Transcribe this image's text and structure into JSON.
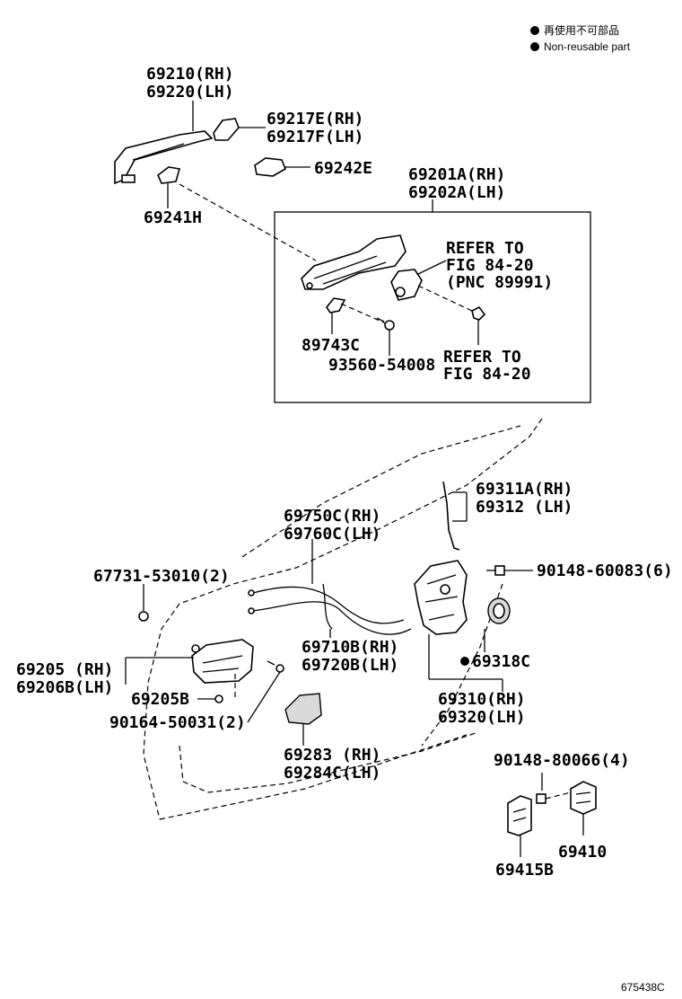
{
  "legend": {
    "line1": "再使用不可部品",
    "line2": "Non-reusable part"
  },
  "labels": {
    "l69210": "69210(RH)",
    "l69220": "69220(LH)",
    "l69217E": "69217E(RH)",
    "l69217F": "69217F(LH)",
    "l69242E": "69242E",
    "l69241H": "69241H",
    "l69201A": "69201A(RH)",
    "l69202A": "69202A(LH)",
    "refer1a": "REFER TO",
    "refer1b": "FIG 84-20",
    "refer1c": "(PNC 89991)",
    "l89743C": "89743C",
    "l93560": "93560-54008",
    "refer2a": "REFER TO",
    "refer2b": "FIG 84-20",
    "l69311A": "69311A(RH)",
    "l69312": "69312 (LH)",
    "l69750C": "69750C(RH)",
    "l69760C": "69760C(LH)",
    "l67731": "67731-53010(2)",
    "l90148a": "90148-60083(6)",
    "l69205": "69205 (RH)",
    "l69206B": "69206B(LH)",
    "l69205B": "69205B",
    "l69710B": "69710B(RH)",
    "l69720B": "69720B(LH)",
    "l69318C": "69318C",
    "l90164": "90164-50031(2)",
    "l69310": "69310(RH)",
    "l69320": "69320(LH)",
    "l69283": "69283 (RH)",
    "l69284C": "69284C(LH)",
    "l90148b": "90148-80066(4)",
    "l69410": "69410",
    "l69415B": "69415B",
    "figno": "675438C"
  }
}
